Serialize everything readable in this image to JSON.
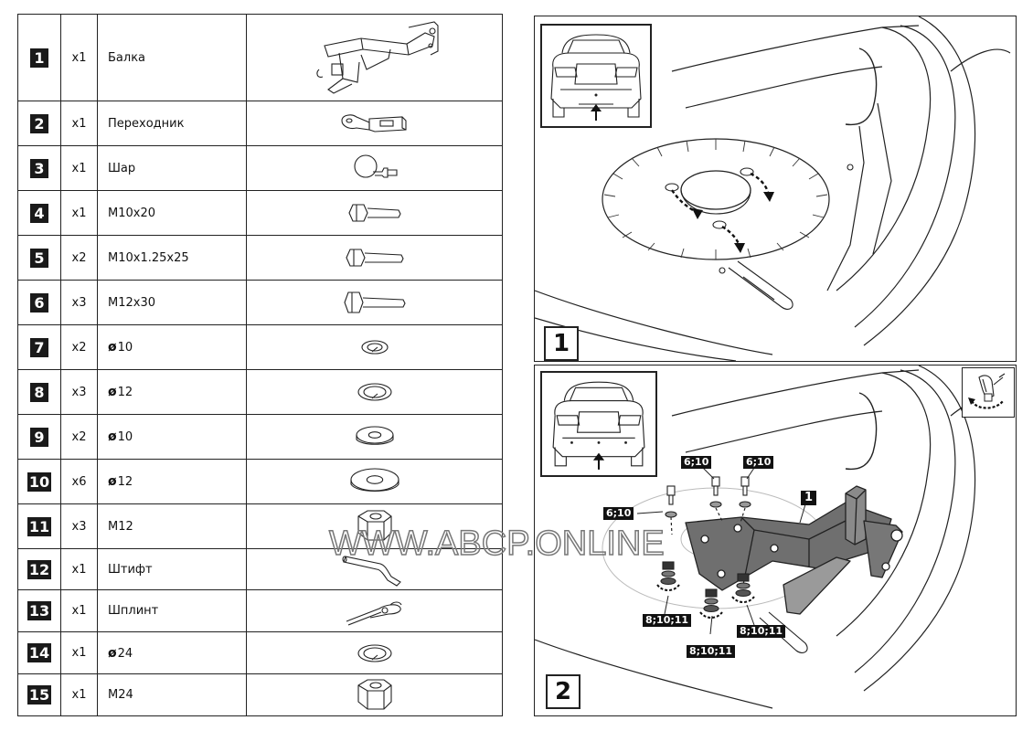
{
  "parts": [
    {
      "num": "1",
      "qty": "x1",
      "name": "Балка",
      "diameter": "",
      "icon": "tow-bar-beam-icon"
    },
    {
      "num": "2",
      "qty": "x1",
      "name": "Переходник",
      "diameter": "",
      "icon": "adapter-icon"
    },
    {
      "num": "3",
      "qty": "x1",
      "name": "Шар",
      "diameter": "",
      "icon": "tow-ball-icon"
    },
    {
      "num": "4",
      "qty": "x1",
      "name": "M10x20",
      "diameter": "",
      "icon": "bolt-icon"
    },
    {
      "num": "5",
      "qty": "x2",
      "name": "M10x1.25x25",
      "diameter": "",
      "icon": "bolt-icon"
    },
    {
      "num": "6",
      "qty": "x3",
      "name": "M12x30",
      "diameter": "",
      "icon": "bolt-icon"
    },
    {
      "num": "7",
      "qty": "x2",
      "name": "10",
      "diameter": "ø",
      "icon": "spring-washer-icon"
    },
    {
      "num": "8",
      "qty": "x3",
      "name": "12",
      "diameter": "ø",
      "icon": "spring-washer-icon"
    },
    {
      "num": "9",
      "qty": "x2",
      "name": "10",
      "diameter": "ø",
      "icon": "flat-washer-icon"
    },
    {
      "num": "10",
      "qty": "x6",
      "name": "12",
      "diameter": "ø",
      "icon": "flat-washer-icon"
    },
    {
      "num": "11",
      "qty": "x3",
      "name": "M12",
      "diameter": "",
      "icon": "hex-nut-icon"
    },
    {
      "num": "12",
      "qty": "x1",
      "name": "Штифт",
      "diameter": "",
      "icon": "pin-icon"
    },
    {
      "num": "13",
      "qty": "x1",
      "name": "Шплинт",
      "diameter": "",
      "icon": "cotter-pin-icon"
    },
    {
      "num": "14",
      "qty": "x1",
      "name": "24",
      "diameter": "ø",
      "icon": "spring-washer-icon"
    },
    {
      "num": "15",
      "qty": "x1",
      "name": "M24",
      "diameter": "",
      "icon": "hex-nut-icon"
    }
  ],
  "panels": {
    "step1": {
      "label": "1"
    },
    "step2": {
      "label": "2",
      "callouts": {
        "bolt_a": "6;10",
        "bolt_b": "6;10",
        "bolt_c": "6;10",
        "beam": "1",
        "nut_a": "8;10;11",
        "nut_b": "8;10;11",
        "nut_c": "8;10;11"
      }
    }
  },
  "watermark": "WWW.ABCP.ONLINE"
}
